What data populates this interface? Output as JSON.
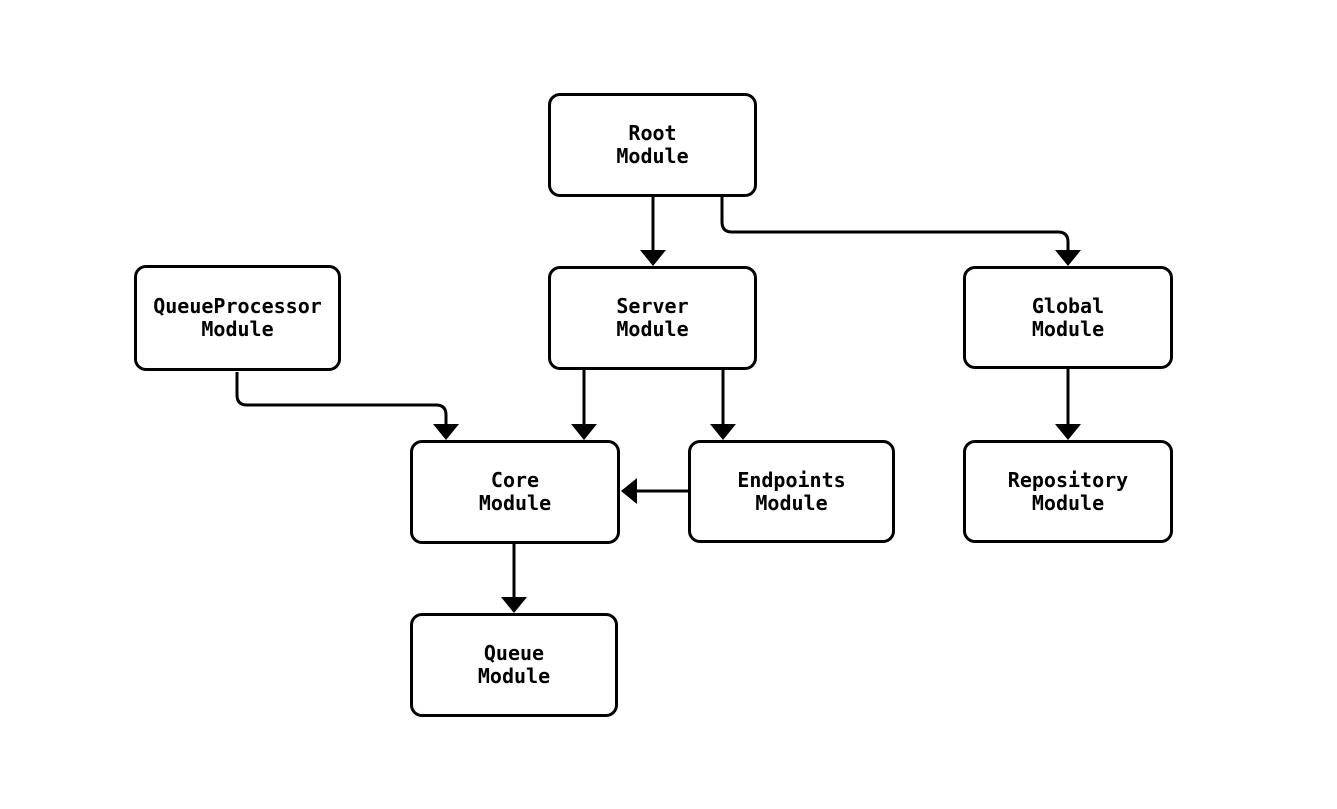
{
  "diagram": {
    "background_color": "#ffffff",
    "stroke_color": "#000000",
    "text_color": "#000000",
    "nodes": {
      "root": {
        "label": "Root\nModule"
      },
      "queueprocessor": {
        "label": "QueueProcessor\nModule"
      },
      "server": {
        "label": "Server\nModule"
      },
      "global": {
        "label": "Global\nModule"
      },
      "core": {
        "label": "Core\nModule"
      },
      "endpoints": {
        "label": "Endpoints\nModule"
      },
      "repository": {
        "label": "Repository\nModule"
      },
      "queue": {
        "label": "Queue\nModule"
      }
    },
    "edges": [
      {
        "from": "Root Module",
        "to": "Server Module"
      },
      {
        "from": "Root Module",
        "to": "Global Module"
      },
      {
        "from": "QueueProcessor Module",
        "to": "Core Module"
      },
      {
        "from": "Server Module",
        "to": "Core Module"
      },
      {
        "from": "Server Module",
        "to": "Endpoints Module"
      },
      {
        "from": "Endpoints Module",
        "to": "Core Module"
      },
      {
        "from": "Global Module",
        "to": "Repository Module"
      },
      {
        "from": "Core Module",
        "to": "Queue Module"
      }
    ]
  }
}
